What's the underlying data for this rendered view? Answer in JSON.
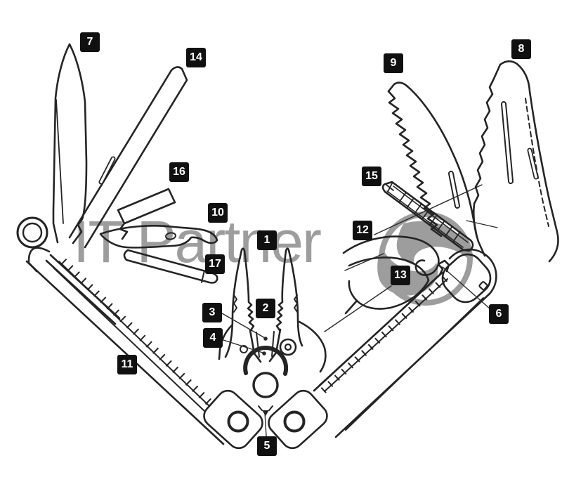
{
  "callouts": {
    "numbers": [
      "1",
      "2",
      "3",
      "4",
      "5",
      "6",
      "7",
      "8",
      "9",
      "10",
      "11",
      "12",
      "13",
      "14",
      "15",
      "16",
      "17"
    ]
  },
  "watermark": {
    "text": "IT Partner"
  },
  "colors": {
    "line_art": "#242424",
    "label_background": "#101010",
    "label_text": "#ffffff",
    "watermark_gray": "#9d9d9d",
    "canvas": "#ffffff"
  }
}
